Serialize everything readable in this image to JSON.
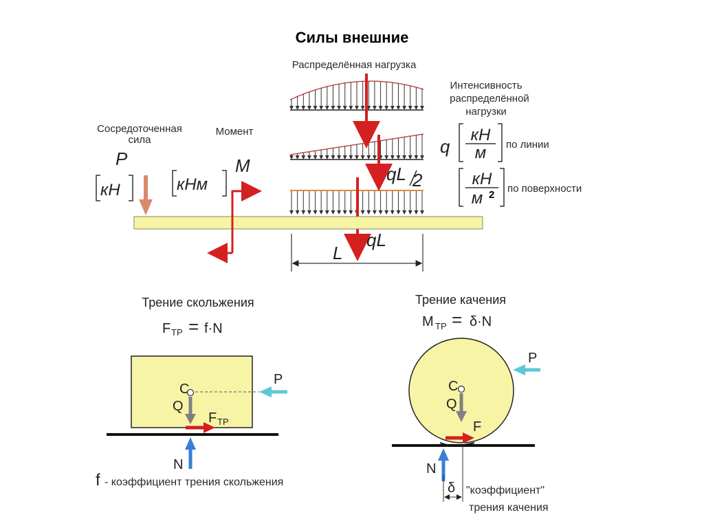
{
  "title": "Силы внешние",
  "top": {
    "distributed_load": "Распределённая нагрузка",
    "concentrated_line1": "Сосредоточенная",
    "concentrated_line2": "сила",
    "force_symbol": "P",
    "force_unit": "кН",
    "moment_label": "Момент",
    "moment_unit": "кНм",
    "moment_symbol": "M",
    "intensity_line1": "Интенсивность",
    "intensity_line2": "распределённой",
    "intensity_line3": "нагрузки",
    "q_symbol": "q",
    "unit_line_num": "кН",
    "unit_line_den": "м",
    "per_line": "по линии",
    "unit_surf_num": "кН",
    "unit_surf_den": "м",
    "unit_surf_exp": "2",
    "per_surface": "по поверхности",
    "half_resultant": "qL",
    "half_resultant_div": "2",
    "resultant": "qL",
    "length": "L"
  },
  "sliding": {
    "title": "Трение скольжения",
    "formula_f": "F",
    "formula_sub": "ТР",
    "formula_eq": "=",
    "formula_rhs": "f·N",
    "c": "C",
    "q": "Q",
    "p": "P",
    "ftr": "F",
    "ftr_sub": "ТР",
    "n": "N",
    "caption_f": "f",
    "caption": "- коэффициент трения скольжения"
  },
  "rolling": {
    "title": "Трение качения",
    "formula_m": "M",
    "formula_sub": "ТР",
    "formula_eq": "=",
    "formula_rhs": "δ·N",
    "c": "C",
    "q": "Q",
    "p": "P",
    "f": "F",
    "n": "N",
    "delta": "δ",
    "coef": "\"коэффициент\"",
    "coef2": "трения качения"
  },
  "colors": {
    "beam": "#f8f4a6",
    "red": "#d42020",
    "cyan": "#5cc8d6",
    "blue": "#3a7fd4",
    "gray": "#808080",
    "brown": "#d98a6a"
  }
}
